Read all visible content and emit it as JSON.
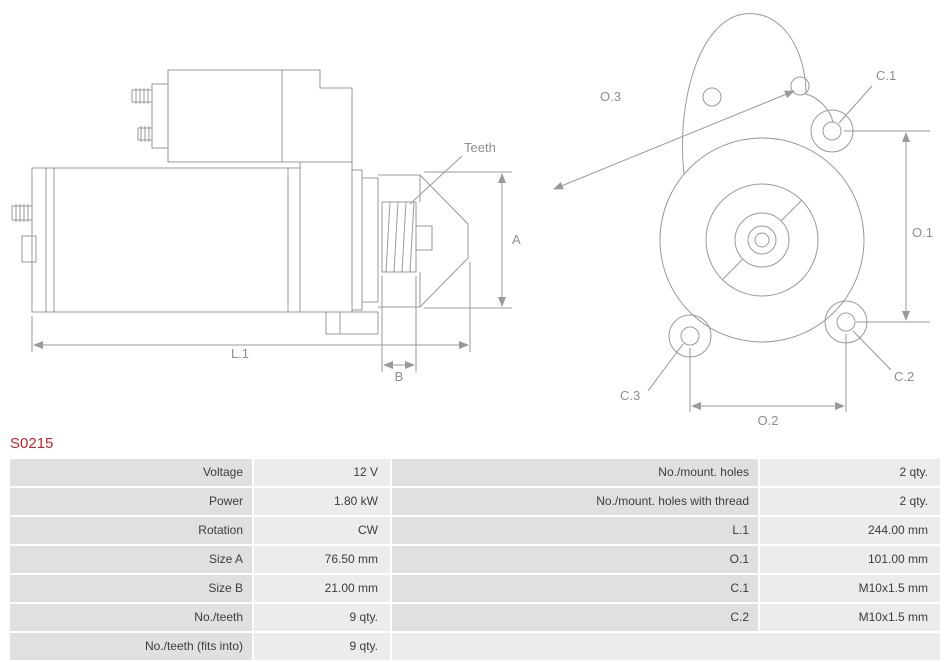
{
  "part_number": "S0215",
  "diagram": {
    "labels": {
      "teeth": "Teeth",
      "a": "A",
      "b": "B",
      "l1": "L.1",
      "o1": "O.1",
      "o2": "O.2",
      "o3": "O.3",
      "c1": "C.1",
      "c2": "C.2",
      "c3": "C.3"
    }
  },
  "table": {
    "rows": [
      {
        "left_label": "Voltage",
        "left_value": "12 V",
        "right_label": "No./mount. holes",
        "right_value": "2 qty."
      },
      {
        "left_label": "Power",
        "left_value": "1.80 kW",
        "right_label": "No./mount. holes with thread",
        "right_value": "2 qty."
      },
      {
        "left_label": "Rotation",
        "left_value": "CW",
        "right_label": "L.1",
        "right_value": "244.00 mm"
      },
      {
        "left_label": "Size A",
        "left_value": "76.50 mm",
        "right_label": "O.1",
        "right_value": "101.00 mm"
      },
      {
        "left_label": "Size B",
        "left_value": "21.00 mm",
        "right_label": "C.1",
        "right_value": "M10x1.5 mm"
      },
      {
        "left_label": "No./teeth",
        "left_value": "9 qty.",
        "right_label": "C.2",
        "right_value": "M10x1.5 mm"
      },
      {
        "left_label": "No./teeth (fits into)",
        "left_value": "9 qty.",
        "right_label": "",
        "right_value": ""
      }
    ]
  },
  "colors": {
    "part_number_red": "#c0262c",
    "table_label_bg": "#e0e0e0",
    "table_value_bg": "#ececec",
    "line_gray": "#9a9a9a",
    "dim_text_gray": "#8e8e8e"
  }
}
